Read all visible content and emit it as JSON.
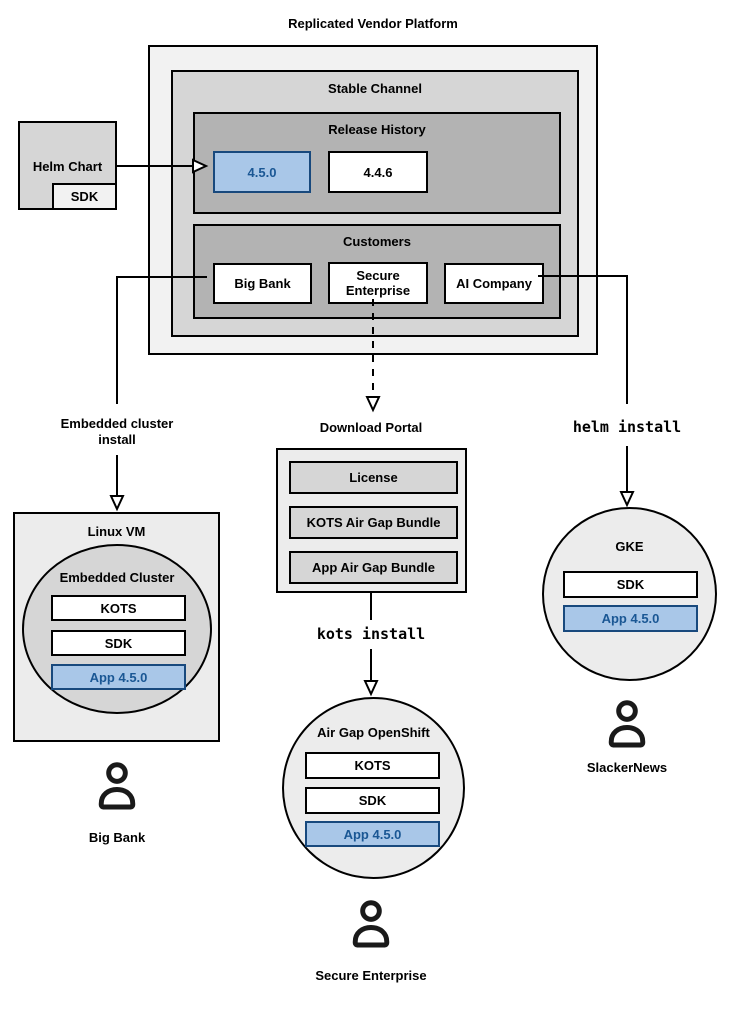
{
  "title": "Replicated Vendor Platform",
  "platform": {
    "stable_channel_label": "Stable Channel",
    "release_history": {
      "label": "Release History",
      "releases": [
        {
          "label": "4.5.0",
          "highlighted": true
        },
        {
          "label": "4.4.6",
          "highlighted": false
        }
      ]
    },
    "customers": {
      "label": "Customers",
      "items": [
        {
          "label": "Big Bank"
        },
        {
          "label": "Secure Enterprise"
        },
        {
          "label": "AI Company"
        }
      ]
    }
  },
  "helm_chart": {
    "label": "Helm Chart",
    "sdk_label": "SDK"
  },
  "flows": {
    "embedded": {
      "arrow_label": "Embedded cluster install",
      "host_label": "Linux VM",
      "cluster_label": "Embedded Cluster",
      "components": [
        "KOTS",
        "SDK",
        "App 4.5.0"
      ],
      "user_label": "Big Bank"
    },
    "airgap": {
      "portal_label": "Download Portal",
      "portal_items": [
        "License",
        "KOTS Air Gap Bundle",
        "App Air Gap Bundle"
      ],
      "command": "kots install",
      "cluster_label": "Air Gap OpenShift",
      "components": [
        "KOTS",
        "SDK",
        "App 4.5.0"
      ],
      "user_label": "Secure Enterprise"
    },
    "helm": {
      "command": "helm install",
      "cluster_label": "GKE",
      "components": [
        "SDK",
        "App 4.5.0"
      ],
      "user_label": "SlackerNews"
    }
  },
  "colors": {
    "highlight_fill": "#a9c7e8",
    "highlight_border": "#18497d",
    "highlight_text": "#1a5794",
    "outer_box_fill": "#f2f2f2",
    "channel_fill": "#d6d6d6",
    "group_fill": "#b3b3b3",
    "host_fill": "#ececec",
    "line_color": "#000000"
  }
}
